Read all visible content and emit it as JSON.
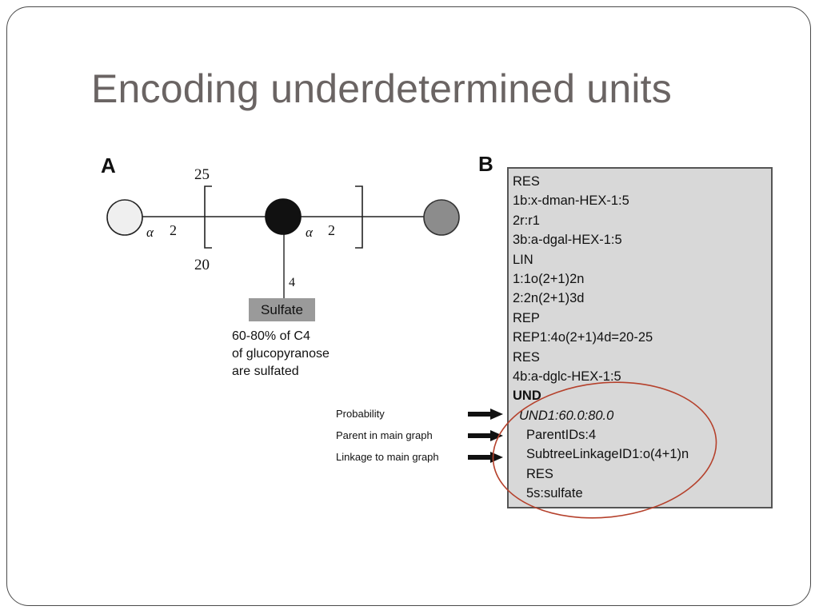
{
  "slide": {
    "title": "Encoding underdetermined units"
  },
  "panel_a": {
    "label": "A",
    "repeat_upper": "25",
    "repeat_lower": "20",
    "link_left": {
      "alpha": "α",
      "position": "2"
    },
    "link_right": {
      "alpha": "α",
      "position": "2"
    },
    "branch_position": "4",
    "substituent": "Sulfate",
    "caption_lines": [
      "60-80% of C4",
      "of glucopyranose",
      "are sulfated"
    ],
    "colors": {
      "left_residue": "#efefef",
      "center_residue": "#111111",
      "right_residue": "#8c8c8c",
      "substituent_box": "#9a9a9a"
    }
  },
  "panel_b": {
    "label": "B",
    "code_lines": [
      "RES",
      "1b:x-dman-HEX-1:5",
      "2r:r1",
      "3b:a-dgal-HEX-1:5",
      "LIN",
      "1:1o(2+1)2n",
      "2:2n(2+1)3d",
      "REP",
      "REP1:4o(2+1)4d=20-25",
      "RES",
      "4b:a-dglc-HEX-1:5",
      "UND",
      "UND1:60.0:80.0",
      "ParentIDs:4",
      "SubtreeLinkageID1:o(4+1)n",
      "RES",
      "5s:sulfate"
    ],
    "annotations": [
      {
        "label": "Probability"
      },
      {
        "label": "Parent in main graph"
      },
      {
        "label": "Linkage to main graph"
      }
    ],
    "colors": {
      "panel_background": "#d8d8d8",
      "highlight_oval": "#b5412c"
    }
  }
}
